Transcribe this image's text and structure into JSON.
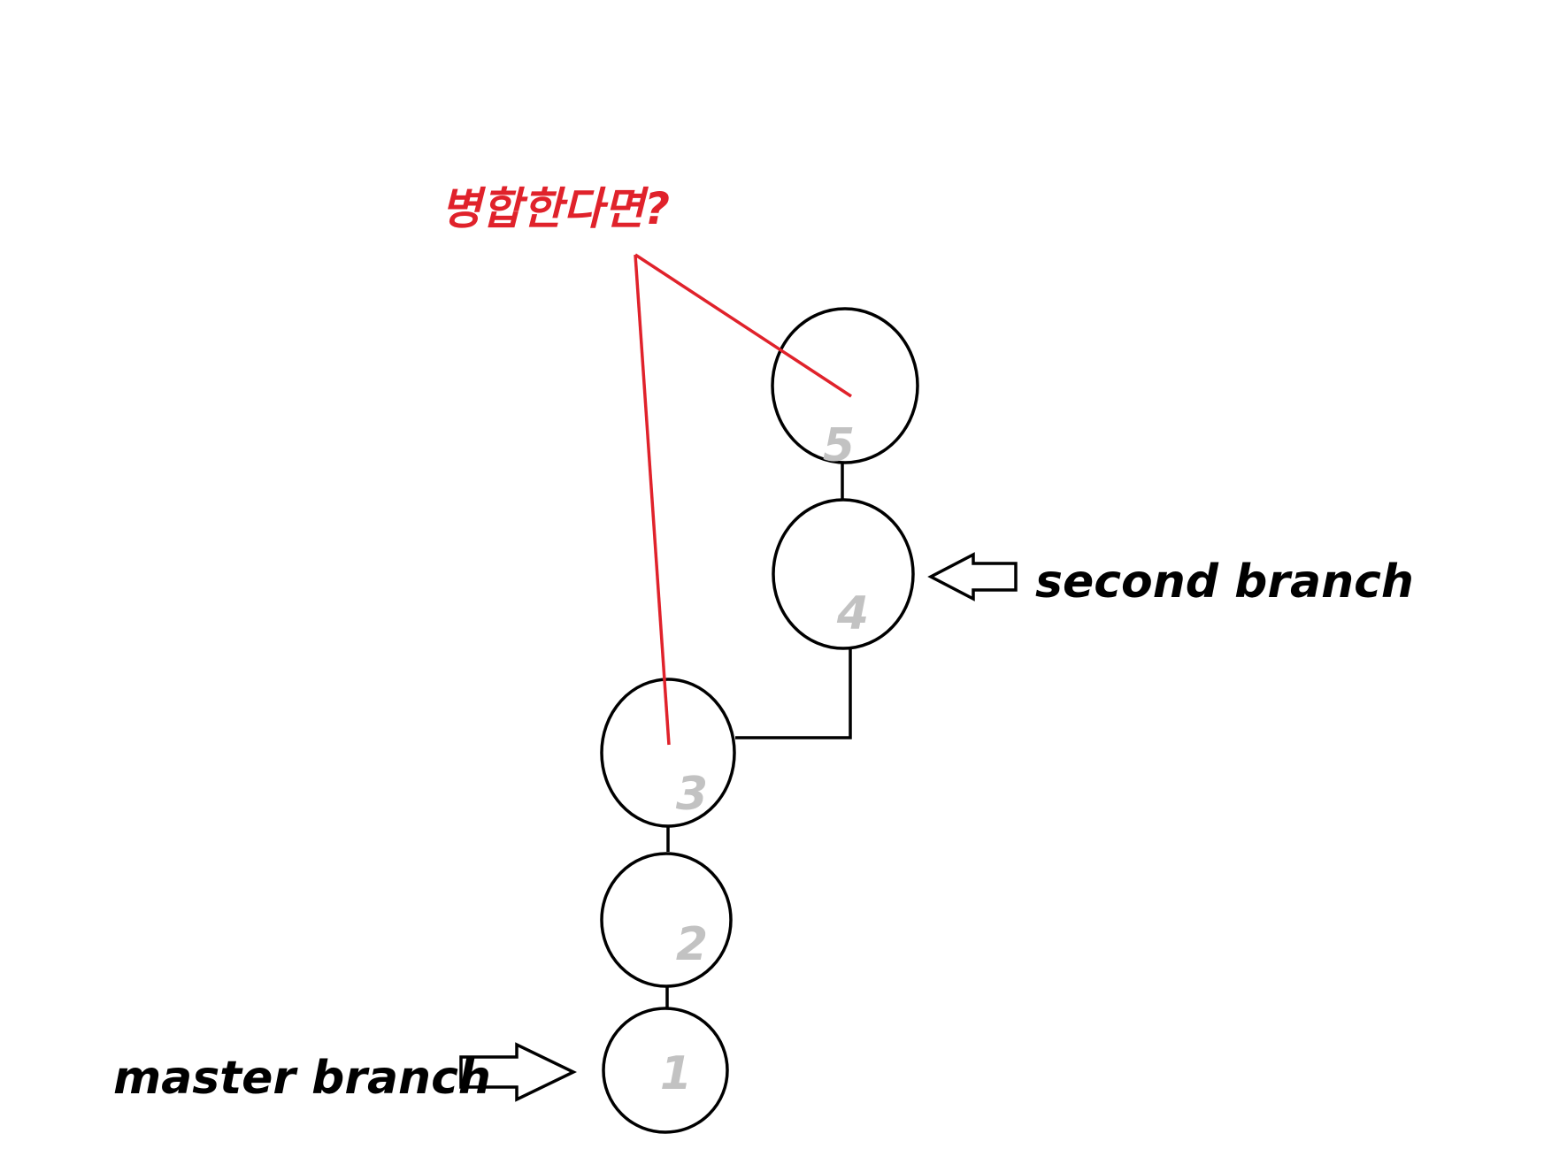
{
  "diagram": {
    "question": "병합한다면?",
    "nodes": [
      {
        "id": "1",
        "label": "1"
      },
      {
        "id": "2",
        "label": "2"
      },
      {
        "id": "3",
        "label": "3"
      },
      {
        "id": "4",
        "label": "4"
      },
      {
        "id": "5",
        "label": "5"
      }
    ],
    "branches": {
      "master": "master branch",
      "second": "second branch"
    },
    "colors": {
      "merge_line": "#e0222b",
      "node_label": "#c2c2c2",
      "outline": "#000000"
    }
  }
}
